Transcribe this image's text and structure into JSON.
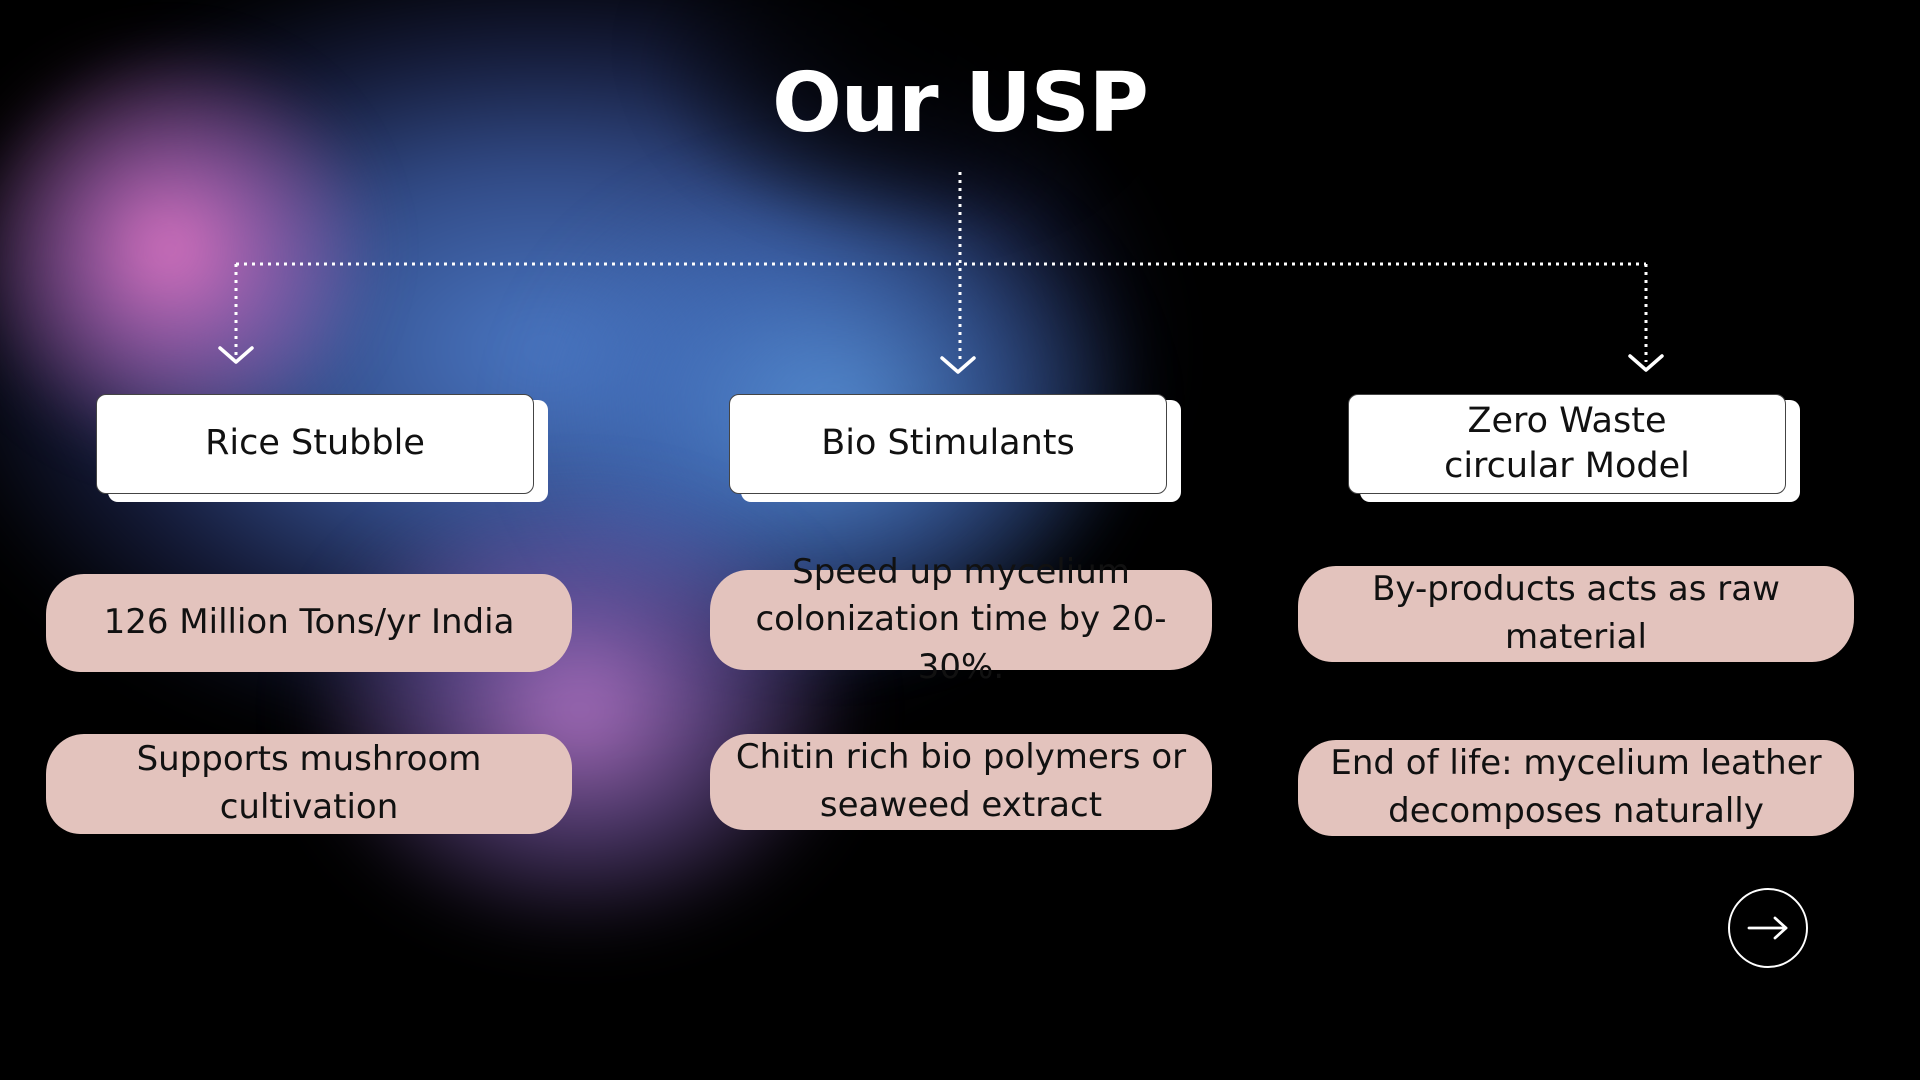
{
  "slide": {
    "title": "Our USP"
  },
  "columns": [
    {
      "heading_lines": [
        "Rice Stubble"
      ],
      "points": [
        [
          "126 Million Tons/yr India"
        ],
        [
          "Supports mushroom",
          "cultivation"
        ]
      ]
    },
    {
      "heading_lines": [
        "Bio Stimulants"
      ],
      "points": [
        [
          "Speed up mycelium",
          "colonization time by 20-30%."
        ],
        [
          "Chitin rich bio polymers or",
          "seaweed extract"
        ]
      ]
    },
    {
      "heading_lines": [
        "Zero Waste",
        "circular Model"
      ],
      "points": [
        [
          "By-products acts as raw",
          "material"
        ],
        [
          "End of life: mycelium leather",
          "decomposes naturally"
        ]
      ]
    }
  ],
  "icons": {
    "next": "arrow-right-icon",
    "connector_arrow": "chevron-down-icon"
  },
  "colors": {
    "background": "#000000",
    "card": "#ffffff",
    "pill": "#e3c3bd",
    "text_light": "#ffffff",
    "text_dark": "#111111"
  }
}
